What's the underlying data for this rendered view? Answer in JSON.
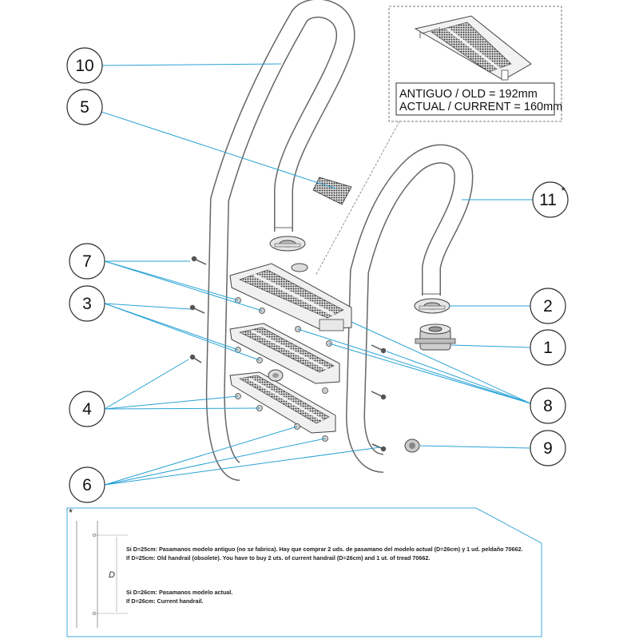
{
  "callouts": [
    {
      "id": "10",
      "label": "10"
    },
    {
      "id": "5",
      "label": "5"
    },
    {
      "id": "7",
      "label": "7"
    },
    {
      "id": "3",
      "label": "3"
    },
    {
      "id": "4",
      "label": "4"
    },
    {
      "id": "6",
      "label": "6"
    },
    {
      "id": "11",
      "label": "11",
      "mark": "*"
    },
    {
      "id": "2",
      "label": "2"
    },
    {
      "id": "1",
      "label": "1"
    },
    {
      "id": "8",
      "label": "8"
    },
    {
      "id": "9",
      "label": "9"
    }
  ],
  "inset": {
    "line1": "ANTIGUO / OLD = 192mm",
    "line2": "ACTUAL / CURRENT = 160mm"
  },
  "note": {
    "asterisk": "*",
    "dim_label": "D",
    "es_old": "Si D=25cm: Pasamanos modelo antiguo (no se fabrica). Hay que comprar 2 uds. de pasamano del modelo actual (D=26cm) y 1 ud. peldaño 70662.",
    "en_old": "If D=25cm: Old handrail (obsolete). You have to buy 2 uts. of current handrail (D=26cm) and 1 ut. of tread 70662.",
    "es_new": "Si D=26cm: Pasamanos modelo actual.",
    "en_new": "If D=26cm: Current handrail."
  },
  "colors": {
    "leader": "#29a3d6",
    "outline": "#555555",
    "tread_dark": "#444444",
    "note_border": "#3fa9d8"
  }
}
